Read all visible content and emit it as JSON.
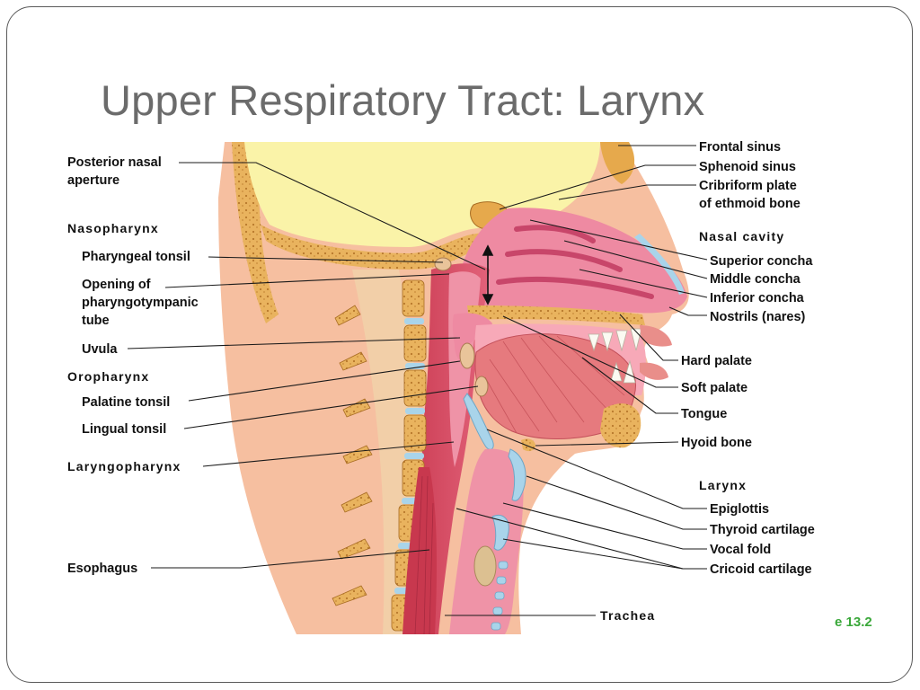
{
  "slide": {
    "title": "Upper Respiratory Tract: Larynx",
    "figure_ref": "e 13.2"
  },
  "labels_left": {
    "posterior_nasal_aperture": [
      "Posterior nasal",
      "aperture"
    ],
    "nasopharynx": "Nasopharynx",
    "pharyngeal_tonsil": "Pharyngeal tonsil",
    "opening_pharyngotympanic_tube": [
      "Opening of",
      "pharyngotympanic",
      "tube"
    ],
    "uvula": "Uvula",
    "oropharynx": "Oropharynx",
    "palatine_tonsil": "Palatine tonsil",
    "lingual_tonsil": "Lingual tonsil",
    "laryngopharynx": "Laryngopharynx",
    "esophagus": "Esophagus",
    "trachea": "Trachea"
  },
  "labels_right": {
    "frontal_sinus": "Frontal sinus",
    "sphenoid_sinus": "Sphenoid sinus",
    "cribriform_plate": [
      "Cribriform plate",
      "of ethmoid bone"
    ],
    "nasal_cavity": "Nasal cavity",
    "superior_concha": "Superior concha",
    "middle_concha": "Middle concha",
    "inferior_concha": "Inferior concha",
    "nostrils": "Nostrils (nares)",
    "hard_palate": "Hard palate",
    "soft_palate": "Soft palate",
    "tongue": "Tongue",
    "hyoid_bone": "Hyoid bone",
    "larynx": "Larynx",
    "epiglottis": "Epiglottis",
    "thyroid_cartilage": "Thyroid cartilage",
    "vocal_fold": "Vocal fold",
    "cricoid_cartilage": "Cricoid cartilage"
  },
  "colors": {
    "skin": "#f6bfa0",
    "brain": "#faf3a8",
    "bone": "#e8b86a",
    "mucosa": "#e66b8c",
    "muscle": "#d9475c",
    "cartilage": "#a9d4ea",
    "figure_ref": "#3aa83a"
  }
}
